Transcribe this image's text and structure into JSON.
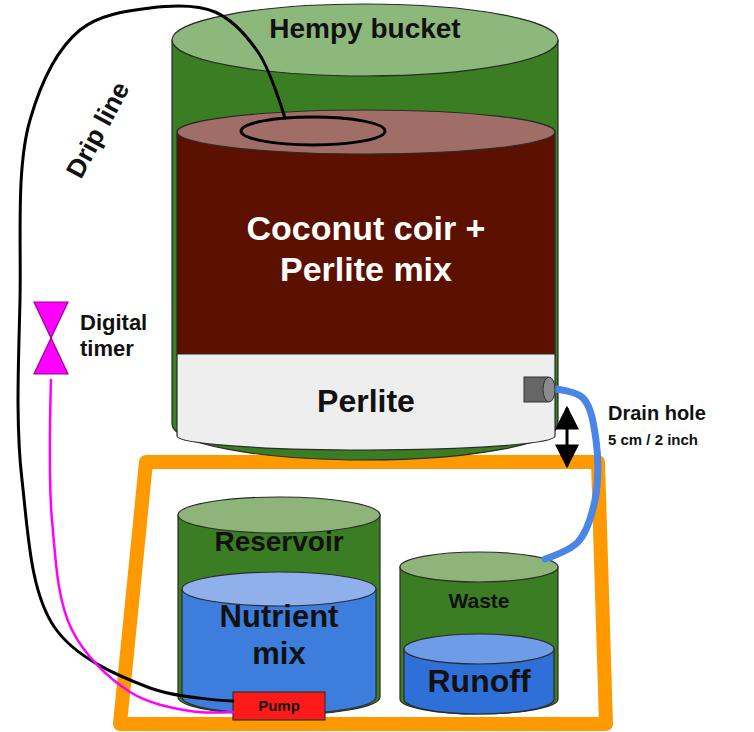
{
  "diagram": {
    "nodes": [
      {
        "text": [
          "Hempy bucket"
        ]
      },
      {
        "text": [
          "Coconut coir + Perlite mix"
        ],
        "in": 0
      },
      {
        "text": [
          "Perlite"
        ],
        "in": 0
      },
      {
        "text": [
          "Digital timer"
        ]
      },
      {
        "text": [
          "Reservoir"
        ]
      },
      {
        "text": [
          "Nutrient mix"
        ],
        "in": 4
      },
      {
        "text": [
          "Pump"
        ],
        "in": 5
      },
      {
        "text": [
          "Waste"
        ]
      },
      {
        "text": [
          "Runoff"
        ],
        "in": 7
      }
    ],
    "edges": [
      {
        "from": 6,
        "to": 1,
        "arrow": "none",
        "label": "Drip line"
      },
      {
        "from": 3,
        "to": 6,
        "arrow": "none"
      },
      {
        "from": 2,
        "to": 7,
        "arrow": "none"
      }
    ],
    "labels": [
      "Drain hole",
      "5 cm / 2 inch"
    ]
  }
}
